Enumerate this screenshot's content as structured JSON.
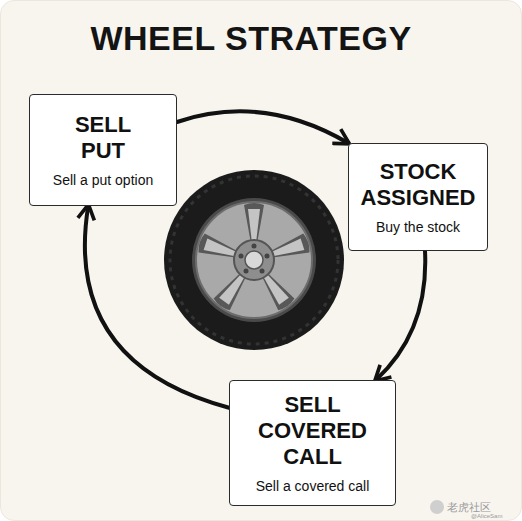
{
  "diagram": {
    "title": "WHEEL STRATEGY",
    "nodes": [
      {
        "text": [
          "SELL PUT",
          "Sell a put option"
        ]
      },
      {
        "text": [
          "STOCK ASSIGNED",
          "Buy the stock"
        ]
      },
      {
        "text": [
          "SELL COVERED CALL",
          "Sell a covered call"
        ]
      }
    ],
    "edges": [
      {
        "from": 0,
        "to": 1,
        "arrow": "to"
      },
      {
        "from": 1,
        "to": 2,
        "arrow": "to"
      },
      {
        "from": 2,
        "to": 0,
        "arrow": "to"
      }
    ],
    "labels": [
      "老虎社区",
      "@AliceSam"
    ]
  }
}
